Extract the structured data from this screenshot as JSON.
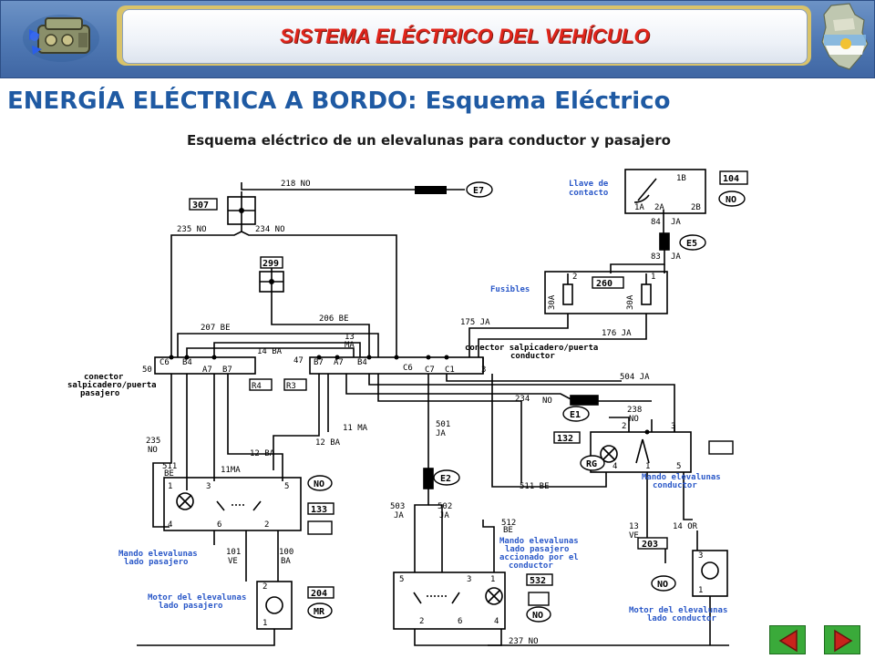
{
  "header": {
    "title": "SISTEMA ELÉCTRICO DEL VEHÍCULO",
    "left_logo_icon": "engine-logo-icon",
    "right_logo_icon": "map-flag-logo-icon"
  },
  "page": {
    "heading": "ENERGÍA ELÉCTRICA A BORDO: Esquema Eléctrico",
    "subheading": "Esquema eléctrico de un elevalunas para conductor y pasajero"
  },
  "diagram": {
    "labels": {
      "llave_contacto": [
        "Llave de",
        "contacto"
      ],
      "fusibles": "Fusibles",
      "conector_conductor": [
        "conector salpicadero/puerta",
        "conductor"
      ],
      "conector_pasajero": [
        "conector",
        "salpicadero/puerta",
        "pasajero"
      ],
      "mando_conductor": [
        "Mando elevalunas",
        "conductor"
      ],
      "mando_pasajero": [
        "Mando elevalunas",
        "lado pasajero"
      ],
      "mando_pasajero_conductor": [
        "Mando elevalunas",
        "lado pasajero",
        "accionado por el",
        "conductor"
      ],
      "motor_pasajero": [
        "Motor del elevalunas",
        "lado pasajero"
      ],
      "motor_conductor": [
        "Motor del elevalunas",
        "lado conductor"
      ]
    },
    "codes": {
      "c104": "104",
      "c307": "307",
      "c299": "299",
      "c260": "260",
      "c132": "132",
      "c133": "133",
      "c203": "203",
      "c204": "204",
      "c532": "532",
      "no": "NO",
      "rg": "RG",
      "mr": "MR"
    },
    "grounds": {
      "e7": "E7",
      "e5": "E5",
      "e1": "E1",
      "e2": "E2"
    },
    "wires": {
      "w218": "218 NO",
      "w235": "235 NO",
      "w234": "234 NO",
      "w84": "84",
      "w84c": "JA",
      "w83": "83",
      "w83c": "JA",
      "w207": "207 BE",
      "w206": "206 BE",
      "w175": "175 JA",
      "w176": "176 JA",
      "w14": "14 BA",
      "w13": "13",
      "w13c": "MA",
      "w504": "504 JA",
      "w234b": "234",
      "w234bc": "NO",
      "w238": "238",
      "w238c": "NO",
      "w11": "11 MA",
      "w12": "12 BA",
      "w501": "501",
      "w501c": "JA",
      "w235b": "235",
      "w235bc": "NO",
      "w511": "511",
      "w511c": "BE",
      "w11ma": "11MA",
      "w12ba": "12 BA",
      "w511be": "511 BE",
      "w503": "503",
      "w503c": "JA",
      "w502": "502",
      "w502c": "JA",
      "w512": "512",
      "w512c": "BE",
      "w101": "101",
      "w101c": "VE",
      "w100": "100",
      "w100c": "BA",
      "w13ve": "13",
      "w13vec": "VE",
      "w14or": "14 OR",
      "w237": "237 NO"
    },
    "pins": {
      "s1b": "1B",
      "s1a": "1A",
      "s2a": "2A",
      "s2b": "2B",
      "fuse2": "2",
      "fuse1": "1",
      "amp30": "30A",
      "c6": "C6",
      "b4": "B4",
      "a7": "A7",
      "b7": "B7",
      "r4": "R4",
      "r3": "R3",
      "p50": "50",
      "p47": "47",
      "c7": "C7",
      "c1": "C1",
      "p3": "3",
      "n1": "1",
      "n2": "2",
      "n3": "3",
      "n4": "4",
      "n5": "5",
      "n6": "6"
    }
  },
  "nav": {
    "prev_icon": "previous-triangle-icon",
    "next_icon": "next-triangle-icon"
  },
  "colors": {
    "banner": "#4f78b3",
    "title_red": "#e0241a",
    "heading_blue": "#1f5aa3",
    "label_blue": "#2a58c8",
    "nav_green": "#3aaa3a"
  }
}
